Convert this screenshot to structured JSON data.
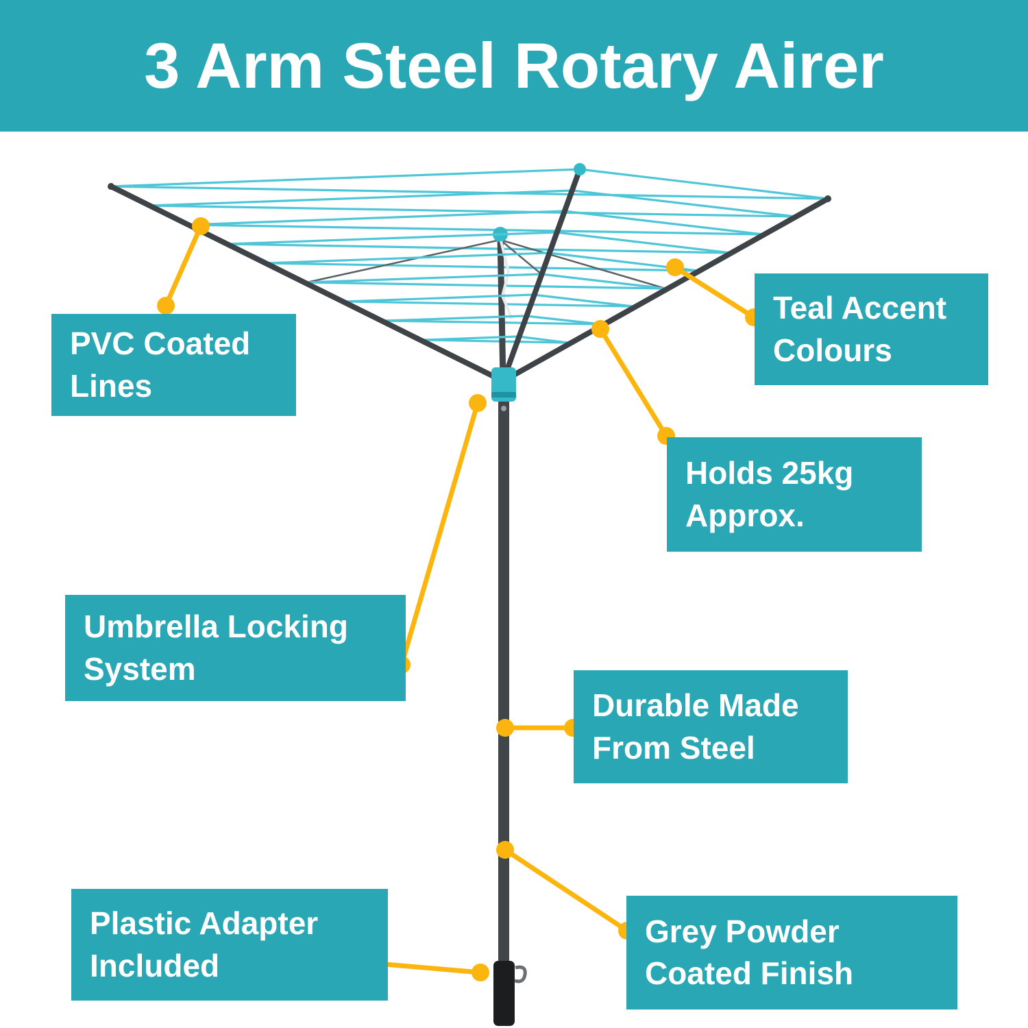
{
  "banner": {
    "title": "3 Arm Steel Rotary Airer"
  },
  "colors": {
    "teal": "#2aa7b5",
    "accent_yellow": "#fbb50e",
    "line_teal": "#4fc6d8",
    "pole_grey": "#41464a",
    "text_white": "#ffffff"
  },
  "callouts": [
    {
      "id": "pvc-coated-lines",
      "line1": "PVC Coated",
      "line2": "Lines"
    },
    {
      "id": "teal-accent-colours",
      "line1": "Teal Accent",
      "line2": "Colours"
    },
    {
      "id": "holds-25kg",
      "line1": "Holds 25kg",
      "line2": "Approx."
    },
    {
      "id": "umbrella-locking",
      "line1": "Umbrella Locking",
      "line2": "System"
    },
    {
      "id": "durable-steel",
      "line1": "Durable Made",
      "line2": "From Steel"
    },
    {
      "id": "plastic-adapter",
      "line1": "Plastic Adapter",
      "line2": "Included"
    },
    {
      "id": "grey-powder-finish",
      "line1": "Grey Powder",
      "line2": "Coated Finish"
    }
  ]
}
